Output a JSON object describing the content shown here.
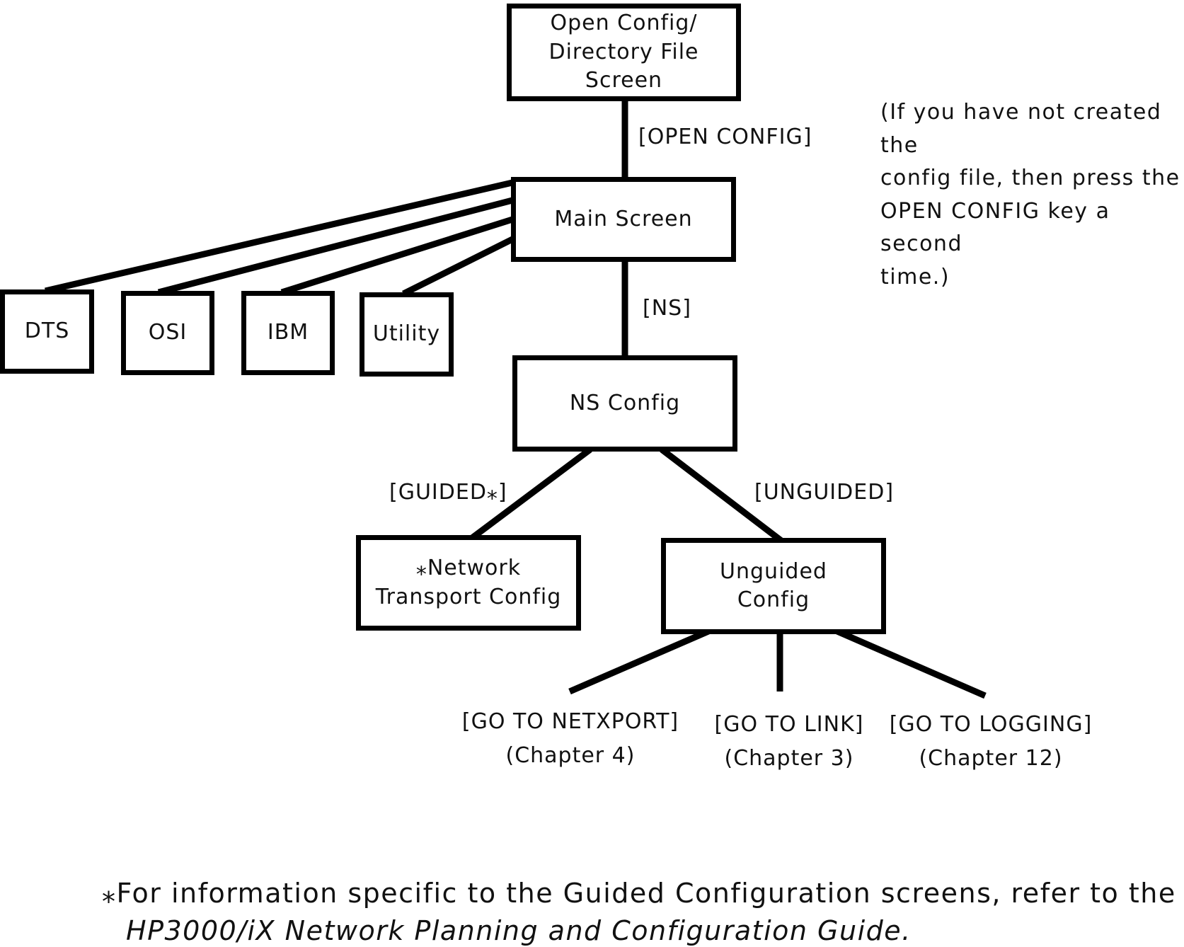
{
  "diagram": {
    "boxes": {
      "open_config": "Open Config/\nDirectory File Screen",
      "main_screen": "Main Screen",
      "dts": "DTS",
      "osi": "OSI",
      "ibm": "IBM",
      "utility": "Utility",
      "ns_config": "NS Config",
      "network_transport": "⁎Network\nTransport Config",
      "unguided_config": "Unguided\nConfig"
    },
    "edge_labels": {
      "open_config_key": "[OPEN CONFIG]",
      "ns_key": "[NS]",
      "guided_key": "[GUIDED⁎]",
      "unguided_key": "[UNGUIDED]"
    },
    "destinations": {
      "netxport": "[GO TO NETXPORT]\n(Chapter 4)",
      "link": "[GO TO LINK]\n(Chapter 3)",
      "logging": "[GO TO LOGGING]\n(Chapter 12)"
    },
    "side_note": "(If you have not created the\nconfig file, then press the\nOPEN CONFIG key a second\ntime.)",
    "footnote": {
      "text": "⁎For information specific to the Guided Configuration screens, refer to the",
      "reference": "HP3000/iX Network Planning and Configuration Guide."
    }
  }
}
